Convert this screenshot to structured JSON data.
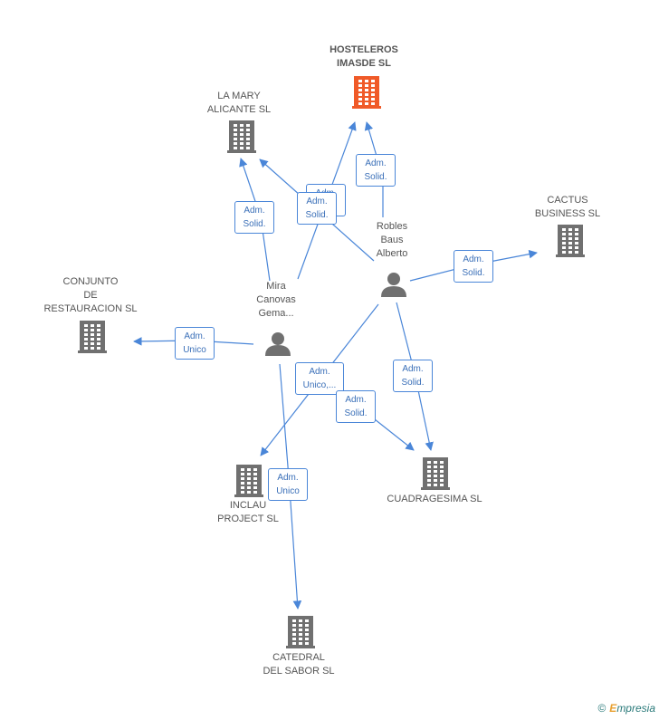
{
  "nodes": {
    "hosteleros": {
      "line1": "HOSTELEROS",
      "line2": "IMASDE SL",
      "color": "#f05a28"
    },
    "lamary": {
      "line1": "LA MARY",
      "line2": "ALICANTE  SL"
    },
    "cactus": {
      "line1": "CACTUS",
      "line2": "BUSINESS  SL"
    },
    "conjunto": {
      "line1": "CONJUNTO",
      "line2": "DE",
      "line3": "RESTAURACION SL"
    },
    "inclau": {
      "line1": "INCLAU",
      "line2": "PROJECT SL"
    },
    "cuadragesima": {
      "line1": "CUADRAGESIMA SL"
    },
    "catedral": {
      "line1": "CATEDRAL",
      "line2": "DEL SABOR SL"
    },
    "robles": {
      "line1": "Robles",
      "line2": "Baus",
      "line3": "Alberto"
    },
    "mira": {
      "line1": "Mira",
      "line2": "Canovas",
      "line3": "Gema..."
    }
  },
  "edge_labels": {
    "robles_hosteleros": {
      "line1": "Adm.",
      "line2": "Solid."
    },
    "mira_hosteleros_back": {
      "line1": "Adm.",
      "line2": "Solid."
    },
    "mira_hosteleros": {
      "line1": "Adm.",
      "line2": "Solid."
    },
    "mira_lamary": {
      "line1": "Adm.",
      "line2": "Solid."
    },
    "robles_cactus": {
      "line1": "Adm.",
      "line2": "Solid."
    },
    "mira_conjunto": {
      "line1": "Adm.",
      "line2": "Unico"
    },
    "robles_inclau": {
      "line1": "Adm.",
      "line2": "Unico,..."
    },
    "mira_cuadragesima": {
      "line1": "Adm.",
      "line2": "Solid."
    },
    "robles_cuadragesima": {
      "line1": "Adm.",
      "line2": "Solid."
    },
    "mira_catedral": {
      "line1": "Adm.",
      "line2": "Unico"
    }
  },
  "colors": {
    "edge": "#4a86d8",
    "building": "#707070",
    "person": "#707070",
    "highlight": "#f05a28"
  },
  "brand": {
    "copyright": "©",
    "first": "E",
    "rest": "mpresia"
  }
}
